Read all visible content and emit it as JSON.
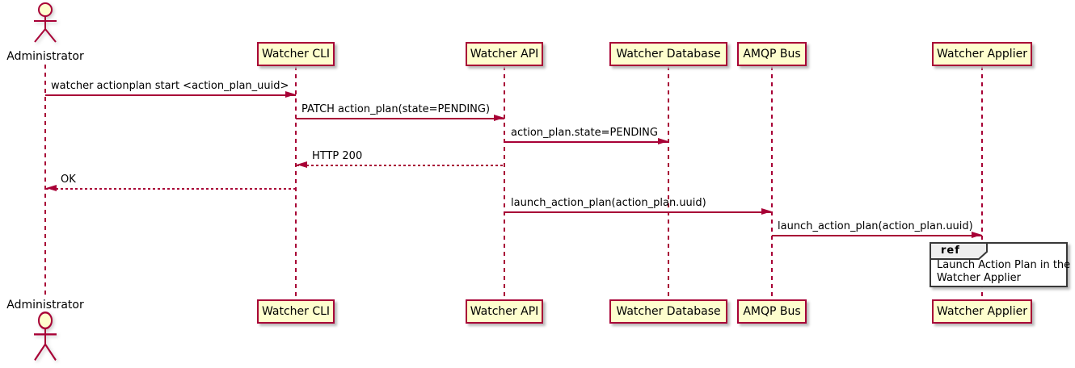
{
  "diagram": {
    "type": "uml-sequence-diagram",
    "participants": [
      {
        "name": "Administrator",
        "kind": "actor"
      },
      {
        "name": "Watcher CLI",
        "kind": "participant"
      },
      {
        "name": "Watcher API",
        "kind": "participant"
      },
      {
        "name": "Watcher Database",
        "kind": "participant"
      },
      {
        "name": "AMQP Bus",
        "kind": "participant"
      },
      {
        "name": "Watcher Applier",
        "kind": "participant"
      }
    ],
    "messages": [
      {
        "from": "Administrator",
        "to": "Watcher CLI",
        "label": "watcher actionplan start <action_plan_uuid>",
        "style": "solid"
      },
      {
        "from": "Watcher CLI",
        "to": "Watcher API",
        "label": "PATCH action_plan(state=PENDING)",
        "style": "solid"
      },
      {
        "from": "Watcher API",
        "to": "Watcher Database",
        "label": "action_plan.state=PENDING",
        "style": "solid"
      },
      {
        "from": "Watcher API",
        "to": "Watcher CLI",
        "label": "HTTP 200",
        "style": "dashed-return"
      },
      {
        "from": "Watcher CLI",
        "to": "Administrator",
        "label": "OK",
        "style": "dashed-return"
      },
      {
        "from": "Watcher API",
        "to": "AMQP Bus",
        "label": "launch_action_plan(action_plan.uuid)",
        "style": "solid"
      },
      {
        "from": "AMQP Bus",
        "to": "Watcher Applier",
        "label": "launch_action_plan(action_plan.uuid)",
        "style": "solid"
      }
    ],
    "ref": {
      "tag": "ref",
      "line1": "Launch Action Plan in the",
      "line2": "Watcher Applier"
    },
    "colors": {
      "participant_fill": "#FEFECE",
      "participant_border": "#A80036",
      "arrow": "#A80036",
      "text": "#000000",
      "ref_border": "#383838",
      "ref_tab_fill": "#EEEEEE",
      "background": "#FFFFFF"
    }
  }
}
